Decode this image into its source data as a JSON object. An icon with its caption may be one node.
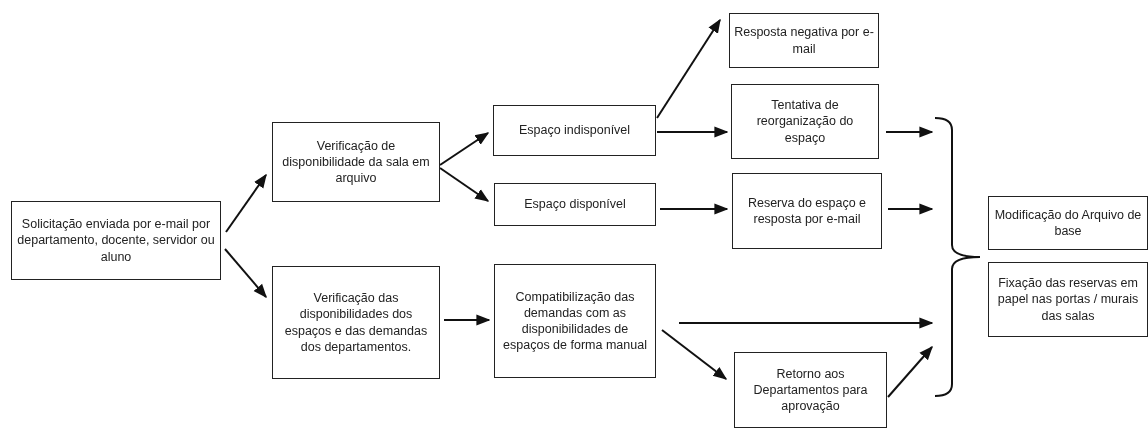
{
  "diagram": {
    "nodes": [
      {
        "text": [
          "Solicitação enviada por e-mail por departamento, docente, servidor ou aluno"
        ]
      },
      {
        "text": [
          "Verificação de disponibilidade da sala em arquivo"
        ]
      },
      {
        "text": [
          "Verificação das disponibilidades dos espaços e das demandas dos departamentos."
        ]
      },
      {
        "text": [
          "Espaço indisponível"
        ]
      },
      {
        "text": [
          "Espaço disponível"
        ]
      },
      {
        "text": [
          "Compatibilização das demandas com as disponibilidades de espaços de forma manual"
        ]
      },
      {
        "text": [
          "Resposta negativa por e-mail"
        ]
      },
      {
        "text": [
          "Tentativa de reorganização do espaço"
        ]
      },
      {
        "text": [
          "Reserva do espaço e resposta por e-mail"
        ]
      },
      {
        "text": [
          "Retorno aos Departamentos para aprovação"
        ]
      },
      {
        "text": [],
        "shape": "bracket"
      },
      {
        "text": [
          "Modificação do Arquivo de base"
        ]
      },
      {
        "text": [
          "Fixação das reservas em papel nas portas / murais das salas"
        ]
      }
    ],
    "edges": [
      {
        "from": 0,
        "to": 1,
        "arrow": "to"
      },
      {
        "from": 0,
        "to": 2,
        "arrow": "to"
      },
      {
        "from": 1,
        "to": 3,
        "arrow": "to"
      },
      {
        "from": 1,
        "to": 4,
        "arrow": "to"
      },
      {
        "from": 3,
        "to": 6,
        "arrow": "to"
      },
      {
        "from": 3,
        "to": 7,
        "arrow": "to"
      },
      {
        "from": 4,
        "to": 8,
        "arrow": "to"
      },
      {
        "from": 2,
        "to": 5,
        "arrow": "to"
      },
      {
        "from": 5,
        "to": 10,
        "arrow": "to"
      },
      {
        "from": 5,
        "to": 9,
        "arrow": "to"
      },
      {
        "from": 7,
        "to": 10,
        "arrow": "to"
      },
      {
        "from": 8,
        "to": 10,
        "arrow": "to"
      },
      {
        "from": 9,
        "to": 10,
        "arrow": "to"
      }
    ]
  }
}
